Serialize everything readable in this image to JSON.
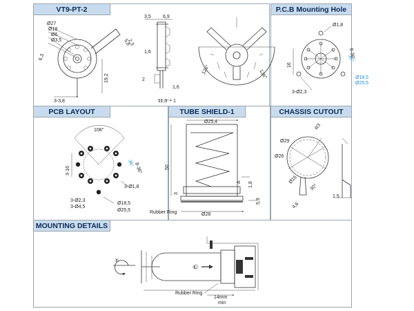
{
  "headers": {
    "vt9": "VT9-PT-2",
    "pcb_hole": "P.C.B Mounting Hole",
    "pcb_layout": "PCB LAYOUT",
    "tube_shield": "TUBE SHIELD-1",
    "chassis": "CHASSIS CUTOUT",
    "mounting": "MOUNTING DETAILS"
  },
  "vt9_labels": {
    "d27": "Ø27",
    "d18": "Ø18",
    "d6": "Ø6",
    "d35": "Ø3,5",
    "d58": "5,8",
    "d23": "2,3",
    "d63": "6,3",
    "h192": "19,2",
    "w38": "3-3,8",
    "w35": "3,5",
    "w69": "6,9",
    "w16": "1,6",
    "w2": "2",
    "w16b": "1,6",
    "w113": "11,3",
    "w1": "1"
  },
  "pcb_hole_labels": {
    "d18": "Ø1,8",
    "a36": "36°",
    "a8x36": "8-36°",
    "d185": "Ø18,5",
    "d255": "Ø25,5",
    "h16": "16",
    "d23": "3-Ø2,3",
    "a126": "126°",
    "a126b": "126°"
  },
  "pcb_layout_labels": {
    "a108": "108°",
    "a36": "36°",
    "a8x36": "8-36°",
    "h16": "3-16",
    "d18": "3-Ø1,8",
    "d185": "Ø18,5",
    "d255": "Ø25,5",
    "d23": "3-Ø2,3",
    "d45": "3-Ø4,5"
  },
  "shield_labels": {
    "d254": "Ø25,4",
    "h50": "50",
    "h3": "3",
    "h18": "1,8",
    "a": "A",
    "h59": "5,9",
    "d28": "Ø28",
    "rubber": "Rubber Ring"
  },
  "chassis_labels": {
    "d29": "Ø29",
    "r3": "R3",
    "d26": "Ø26",
    "d16": "Ø16",
    "a30": "30°",
    "w46": "4,6",
    "w15": "1,5"
  },
  "mounting_labels": {
    "step2": "②",
    "step1": "①",
    "rubber": "Rubber Ring",
    "w14": "14mm",
    "min": "min"
  },
  "colors": {
    "header_bg": "#c9dcef",
    "header_text": "#0a2a55",
    "border": "#9aa3ad",
    "dimension_accent": "#1e8fd6"
  }
}
